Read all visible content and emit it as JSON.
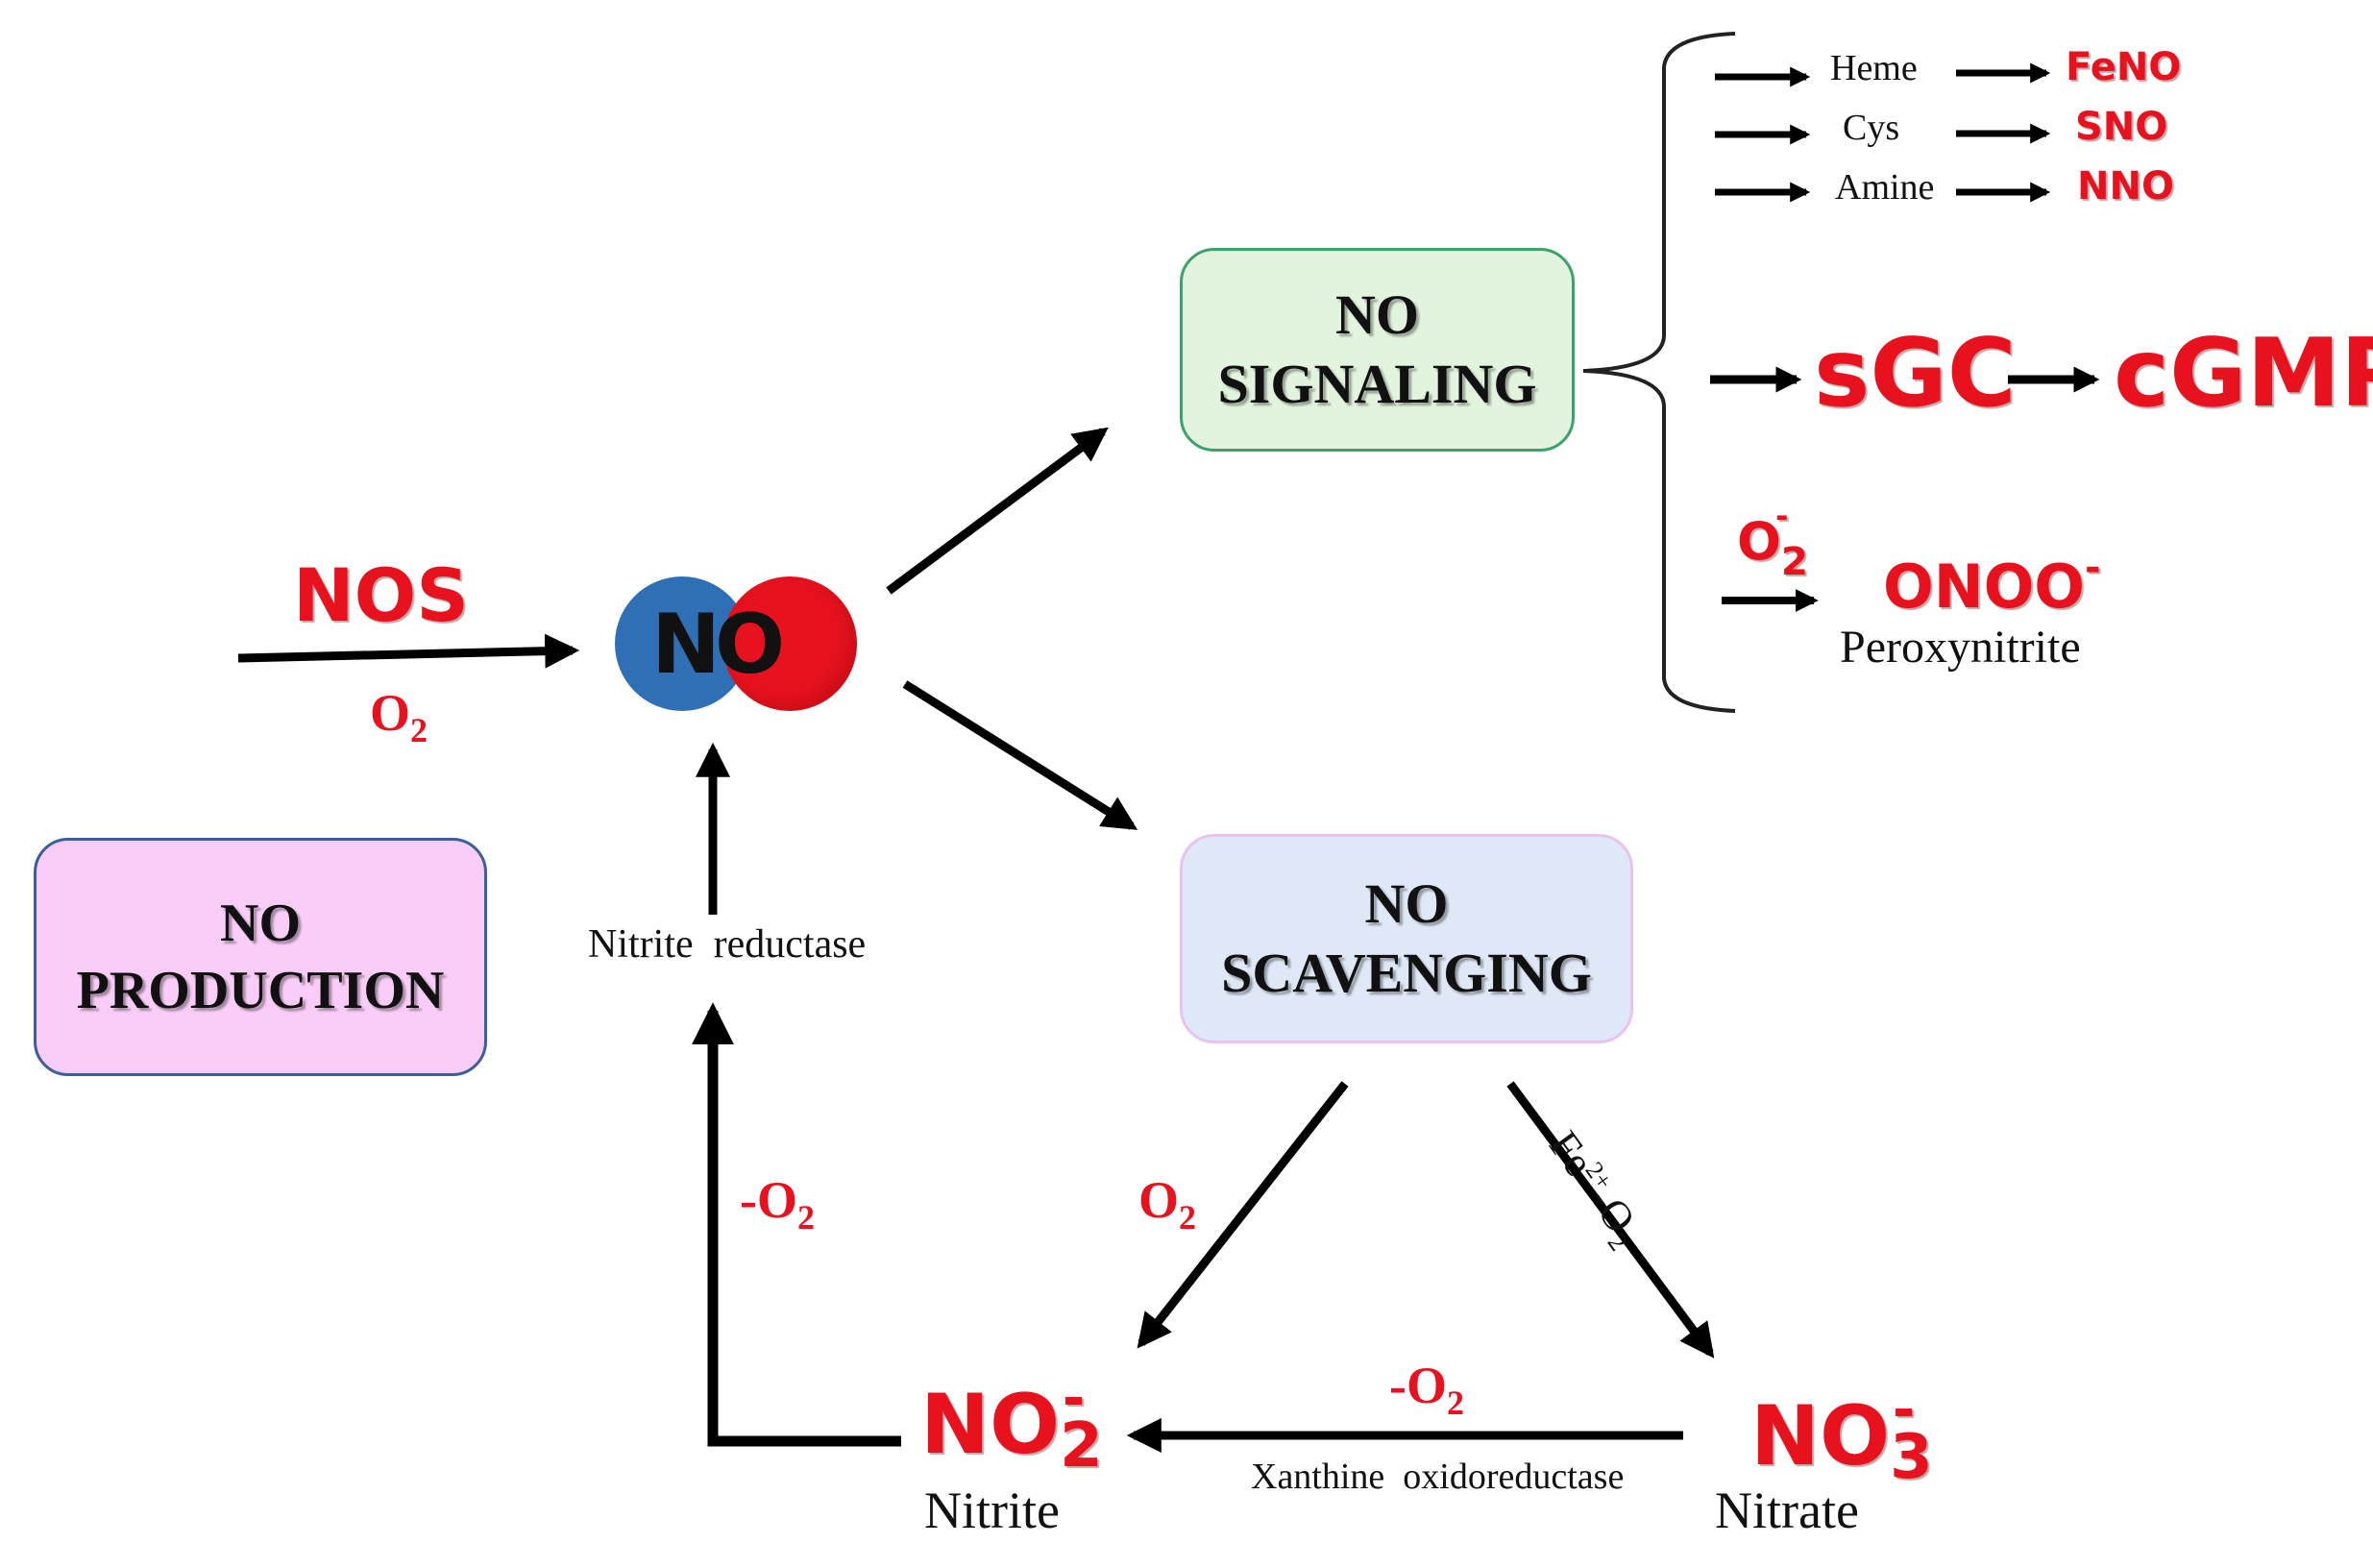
{
  "molecule": {
    "label": "NO",
    "left_color": "#2e6fb5",
    "right_color": "#e8121f"
  },
  "production": {
    "box_title_1": "NO",
    "box_title_2": "PRODUCTION",
    "box_color": "#f9cdf7",
    "enzyme": "NOS",
    "cofactor": "O",
    "cofactor_sub": "2"
  },
  "signaling": {
    "box_title_1": "NO",
    "box_title_2": "SIGNALING",
    "box_color": "#e3f4de",
    "targets": [
      {
        "substrate": "Heme",
        "product": "FeNO"
      },
      {
        "substrate": "Cys",
        "product": "SNO"
      },
      {
        "substrate": "Amine",
        "product": "NNO"
      }
    ],
    "sgc": "sGC",
    "cgmp": "cGMP",
    "superoxide": "O",
    "superoxide_sub": "2",
    "superoxide_sup": "-",
    "onoo": "ONOO",
    "onoo_sup": "-",
    "onoo_name": "Peroxynitrite"
  },
  "scavenging": {
    "box_title_1": "NO",
    "box_title_2": "SCAVENGING",
    "box_color": "#dee8f6",
    "left_label": "O",
    "left_label_sub": "2",
    "right_label": "Fe",
    "right_label_sup": "2+",
    "right_label_suffix": "-O",
    "right_label_sub": "2"
  },
  "cycle": {
    "nitrite_formula": "NO",
    "nitrite_sub": "2",
    "nitrite_sup": "-",
    "nitrite_name": "Nitrite",
    "nitrate_formula": "NO",
    "nitrate_sub": "3",
    "nitrate_sup": "-",
    "nitrate_name": "Nitrate",
    "xo_minus_o2": "-O",
    "xo_minus_o2_sub": "2",
    "xo_enzyme": "Xanthine  oxidoreductase",
    "nr_minus_o2": "-O",
    "nr_minus_o2_sub": "2",
    "nr_enzyme": "Nitrite  reductase"
  },
  "colors": {
    "accent_red": "#e8121f",
    "arrow": "#000000"
  }
}
